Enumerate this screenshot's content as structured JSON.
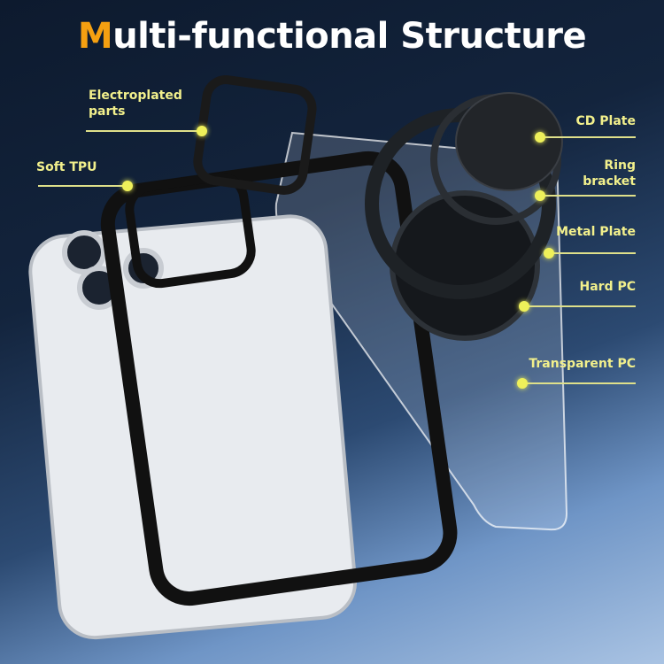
{
  "title": {
    "first_letter": "M",
    "rest": "ulti-functional Structure",
    "accent_color": "#f5a011"
  },
  "labels": [
    {
      "id": "electroplated",
      "text": "Electroplated parts"
    },
    {
      "id": "soft-tpu",
      "text": "Soft TPU"
    },
    {
      "id": "cd-plate",
      "text": "CD Plate"
    },
    {
      "id": "ring-bracket",
      "text": "Ring bracket"
    },
    {
      "id": "metal-plate",
      "text": "Metal Plate"
    },
    {
      "id": "hard-pc",
      "text": "Hard PC"
    },
    {
      "id": "transparent-pc",
      "text": "Transparent PC"
    }
  ],
  "label_color": "#f2f08c"
}
